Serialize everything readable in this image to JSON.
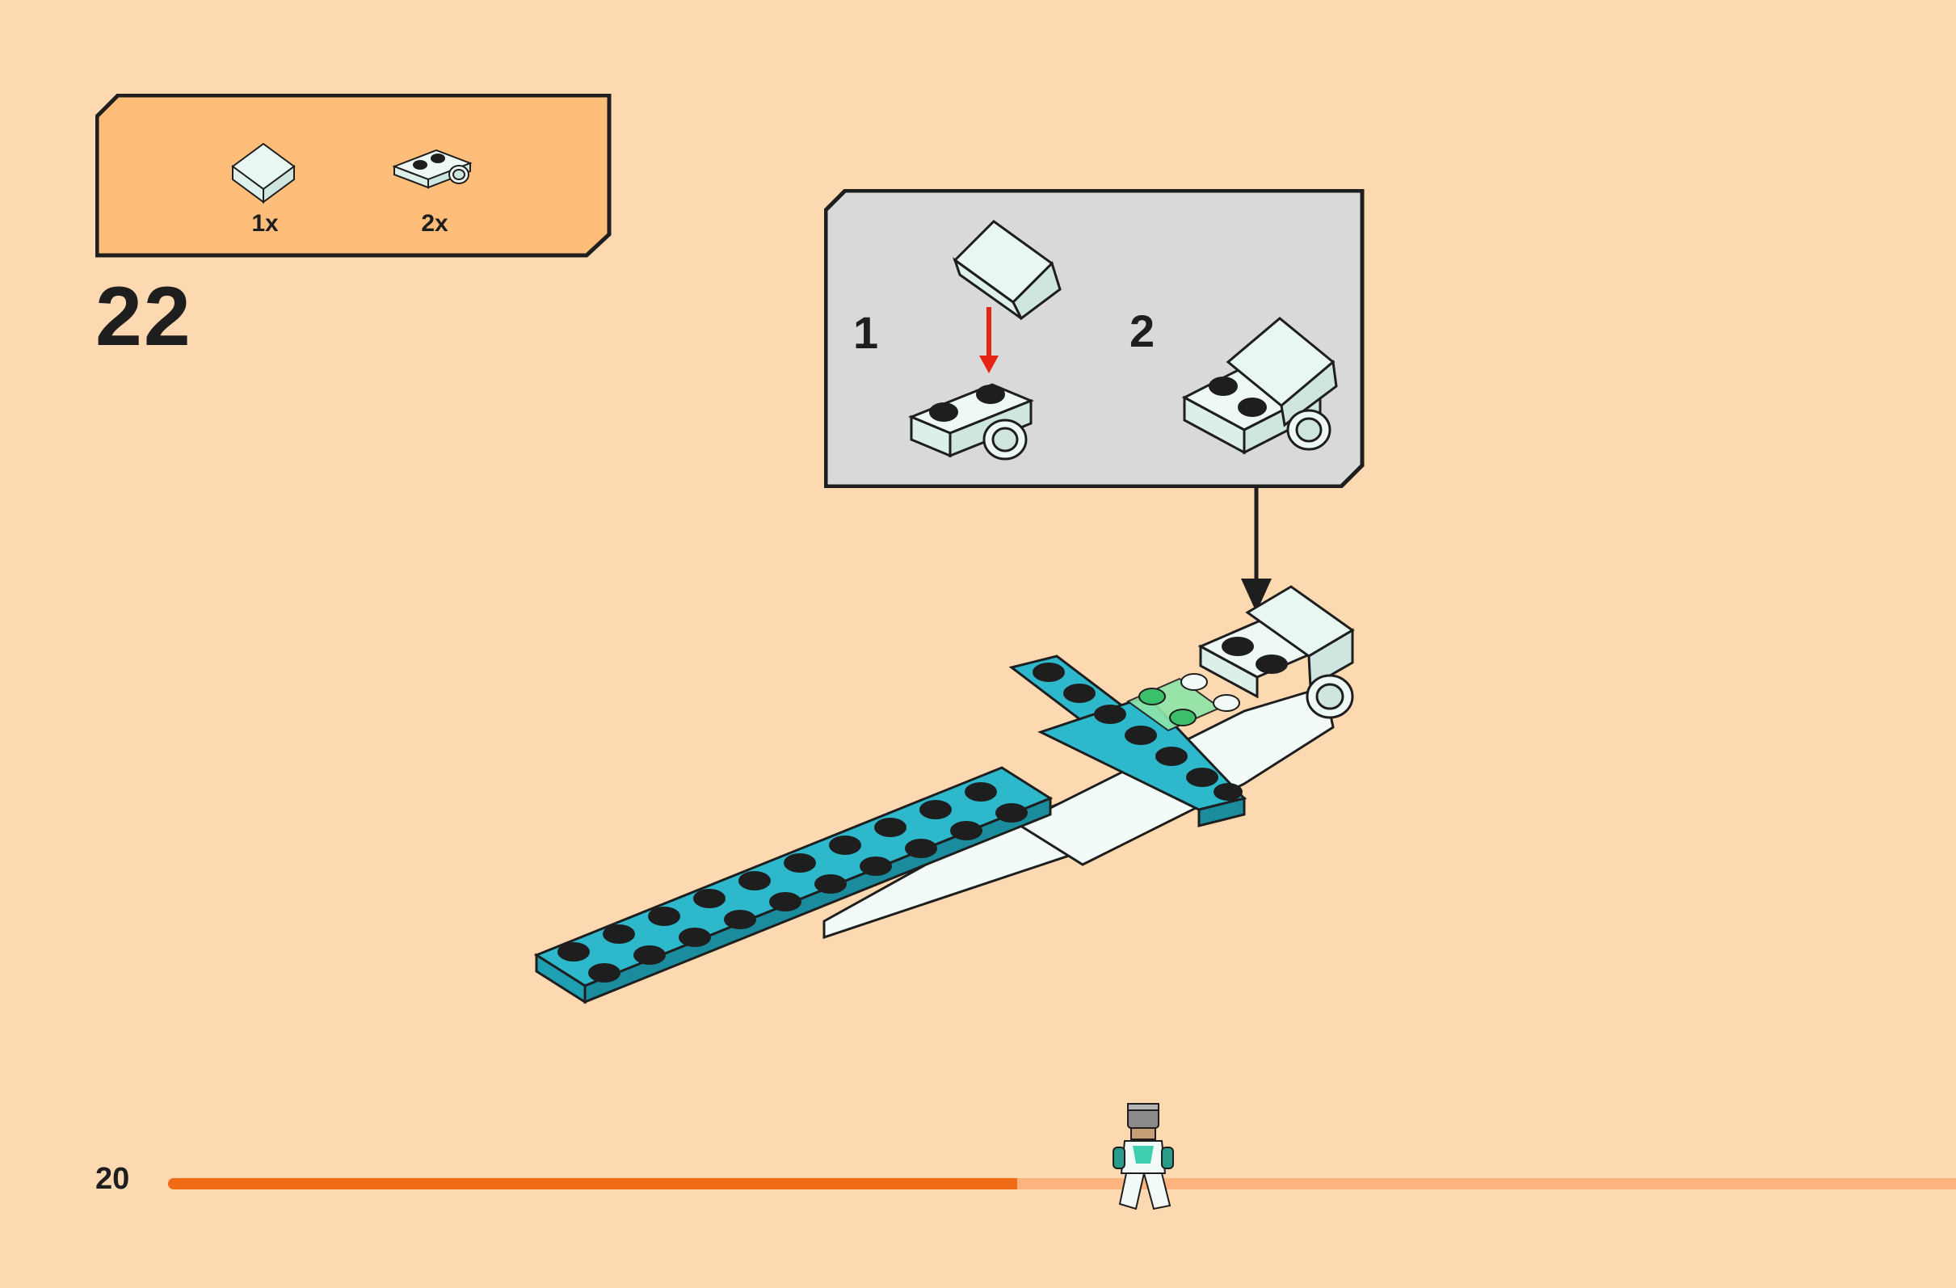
{
  "parts_list": {
    "items": [
      {
        "name": "white-slope-icon",
        "qty": "1x"
      },
      {
        "name": "white-plate-with-hole-icon",
        "qty": "2x"
      }
    ],
    "bg_color": "#ffbd7a"
  },
  "step": {
    "number": "22"
  },
  "sub_assembly": {
    "steps": [
      {
        "label": "1"
      },
      {
        "label": "2"
      }
    ],
    "bg_color": "#d9d9d9"
  },
  "footer": {
    "page_number": "20",
    "progress_fraction": 0.475,
    "progress_color": "#f36a16",
    "track_color": "#fdb37e"
  },
  "colors": {
    "background": "#fdd9b2",
    "teal_brick": "#2db8cc",
    "white_brick": "#f2fbf8",
    "trans_green": "#8ee6a8",
    "arrow_red": "#e42313"
  }
}
